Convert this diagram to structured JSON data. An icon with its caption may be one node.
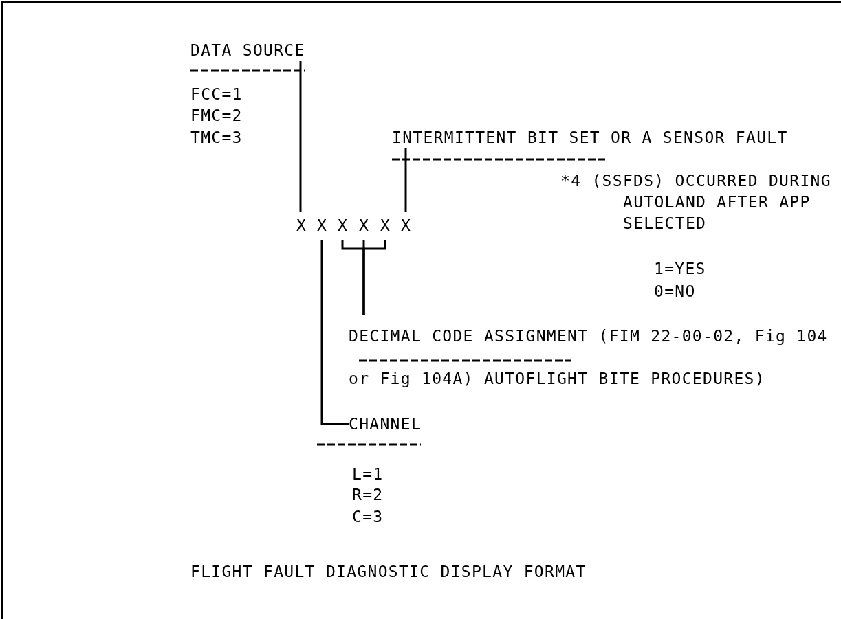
{
  "diagram": {
    "caption": "FLIGHT FAULT DIAGNOSTIC DISPLAY FORMAT",
    "nodes": [
      {
        "text": [
          "DATA SOURCE"
        ],
        "beside": [
          "FCC=1",
          "FMC=2",
          "TMC=3"
        ]
      },
      {
        "text": [
          "INTERMITTENT BIT SET OR A SENSOR FAULT"
        ],
        "beside": [
          "*4 (SSFDS) OCCURRED DURING AUTOLAND AFTER APP SELECTED",
          "1=YES",
          "0=NO"
        ]
      },
      {
        "text": [
          "X"
        ]
      },
      {
        "text": [
          "X"
        ]
      },
      {
        "text": [
          "X"
        ]
      },
      {
        "text": [
          "X"
        ]
      },
      {
        "text": [
          "X"
        ]
      },
      {
        "text": [
          "X"
        ]
      },
      {
        "text": [
          "DECIMAL CODE ASSIGNMENT (FIM 22-00-02, Fig 104 or Fig 104A) AUTOFLIGHT BITE PROCEDURES)"
        ]
      },
      {
        "text": [
          "CHANNEL"
        ],
        "beside": [
          "L=1",
          "R=2",
          "C=3"
        ]
      }
    ],
    "edges": [
      {
        "from": 0,
        "to": 2,
        "arrow": "none"
      },
      {
        "from": 1,
        "to": 7,
        "arrow": "none"
      },
      {
        "from": 8,
        "to": 4,
        "arrow": "none"
      },
      {
        "from": 8,
        "to": 5,
        "arrow": "none"
      },
      {
        "from": 8,
        "to": 6,
        "arrow": "none"
      },
      {
        "from": 9,
        "to": 3,
        "arrow": "none"
      }
    ]
  }
}
